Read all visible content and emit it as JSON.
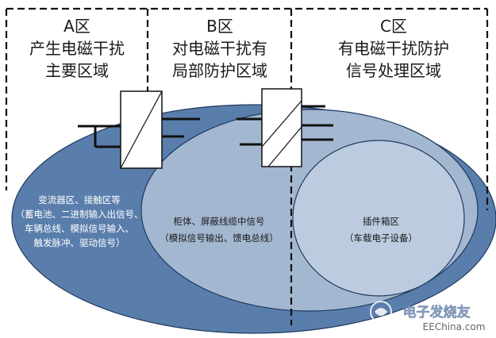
{
  "zones": [
    {
      "id": "A",
      "letter": "A区",
      "lines": [
        "产生电磁干扰",
        "主要区域"
      ]
    },
    {
      "id": "B",
      "letter": "B区",
      "lines": [
        "对电磁干扰有",
        "局部防护区域"
      ]
    },
    {
      "id": "C",
      "letter": "C区",
      "lines": [
        "有电磁干扰防护",
        "信号处理区域"
      ]
    }
  ],
  "regions": {
    "outer": {
      "lines": [
        "变流器区、接触区等",
        "（蓄电池、二进制输入出信号、",
        "车辆总线、模拟信号输入、",
        "触发脉冲、驱动信号）"
      ]
    },
    "middle": {
      "lines": [
        "柜体、屏蔽线缆中信号",
        "（模拟信号输出、馈电总线）"
      ]
    },
    "inner": {
      "lines": [
        "插件箱区",
        "（车载电子设备）"
      ]
    }
  },
  "colors": {
    "outer_fill": "#5a7eac",
    "middle_fill": "#a4b7d1",
    "inner_fill": "#bccbdf",
    "stroke": "#1f3a5f",
    "outer_text": "#ffffff",
    "region_text": "#1a1a1a"
  },
  "watermark": {
    "brand": "电子发烧友",
    "site": "EEChina.com"
  }
}
